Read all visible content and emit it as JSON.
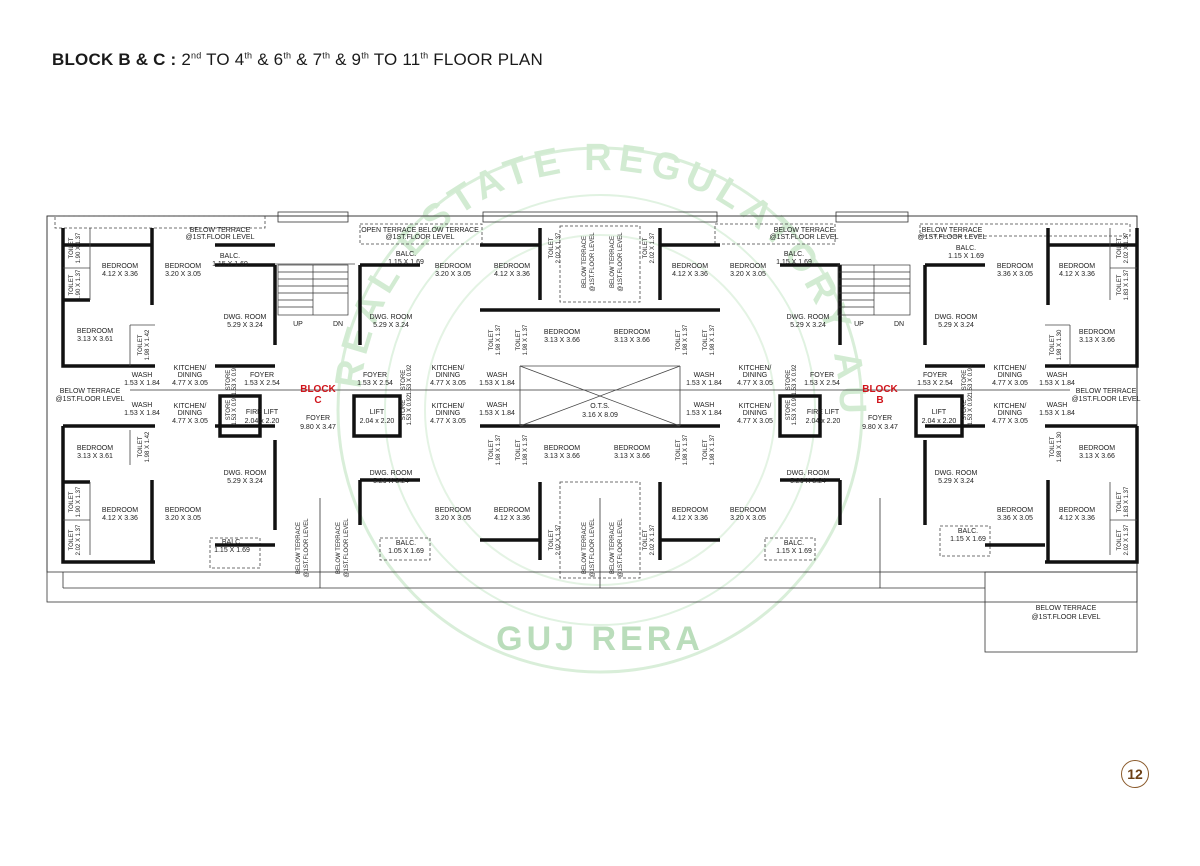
{
  "title": {
    "prefix": "BLOCK B & C :",
    "p1": "2",
    "s1": "nd",
    "p2": " TO 4",
    "s2": "th",
    "p3": " & 6",
    "s3": "th",
    "p4": " & 7",
    "s4": "th",
    "p5": " & 9",
    "s5": "th",
    "p6": " TO 11",
    "s6": "th",
    "p7": " FLOOR PLAN"
  },
  "watermark": {
    "text": "GUJ RERA",
    "arc": "GUJARAT REAL ESTATE REGULATORY AUTHORITY"
  },
  "blocks": {
    "c": [
      "BLOCK",
      "C"
    ],
    "b": [
      "BLOCK",
      "B"
    ]
  },
  "labels": {
    "below_terrace": [
      "BELOW TERRACE",
      "@1ST.FLOOR LEVEL"
    ],
    "open_terrace": "OPEN TERRACE BELOW TERRACE",
    "first_floor": "@1ST.FLOOR LEVEL",
    "bedroom": "BEDROOM",
    "toilet": "TOILET",
    "wash": "WASH",
    "kitchen": [
      "KITCHEN/",
      "DINING"
    ],
    "dwg": "DWG. ROOM",
    "balc": "BALC.",
    "foyer": "FOYER",
    "lift": "LIFT",
    "fire_lift": "FIRE LIFT",
    "store": "STORE",
    "ots": "O.T.S.",
    "up": "UP",
    "dn": "DN"
  },
  "dims": {
    "d412x336": "4.12 X 3.36",
    "d320x305": "3.20 X 3.05",
    "d336x305": "3.36 X 3.05",
    "d313x361": "3.13 X 3.61",
    "d313x366": "3.13 X 3.66",
    "d529x324": "5.29 X 3.24",
    "d477x305": "4.77 X 3.05",
    "d153x254": "1.53 X 2.54",
    "d153x184": "1.53 X 1.84",
    "d115x169": "1.15 X 1.69",
    "d105x169": "1.05 X 1.69",
    "d204x220": "2.04 x 2.20",
    "d980x347": "9.80 X 3.47",
    "d316x809": "3.16 X 8.09",
    "d190x137": "1.90 X 1.37",
    "d202x137": "2.02 X 1.37",
    "d183x137": "1.83 X 1.37",
    "d198x137": "1.98 X 1.37",
    "d198x142": "1.98 X 1.42",
    "d198x130": "1.98 X 1.30",
    "d153x092": "1.53 X 0.92"
  },
  "page_number": "12"
}
